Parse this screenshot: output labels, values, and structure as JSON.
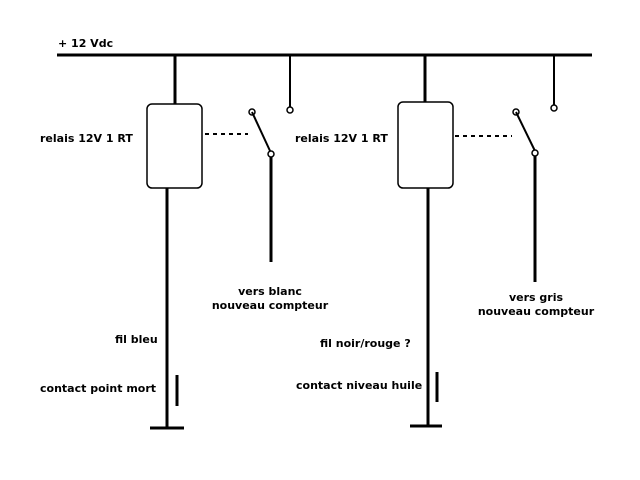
{
  "supply_label": "+ 12 Vdc",
  "circuits": [
    {
      "relay_label": "relais 12V 1 RT",
      "output_label_line1": "vers blanc",
      "output_label_line2": "nouveau compteur",
      "wire_label": "fil bleu",
      "contact_label": "contact point mort"
    },
    {
      "relay_label": "relais 12V 1 RT",
      "output_label_line1": "vers gris",
      "output_label_line2": "nouveau compteur",
      "wire_label": "fil noir/rouge ?",
      "contact_label": "contact niveau huile"
    }
  ]
}
